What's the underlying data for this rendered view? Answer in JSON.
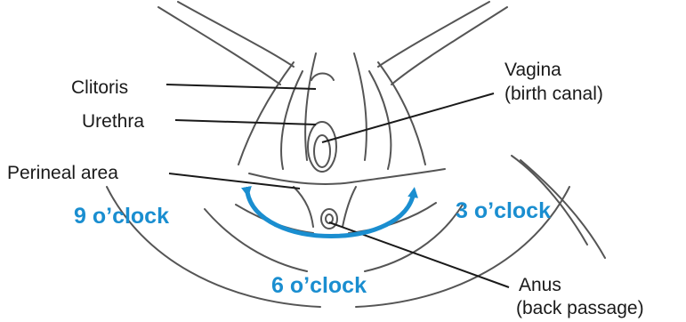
{
  "labels": {
    "clitoris": "Clitoris",
    "urethra": "Urethra",
    "perineal_area": "Perineal area",
    "vagina_line1": "Vagina",
    "vagina_line2": "(birth canal)",
    "anus_line1": "Anus",
    "anus_line2": "(back passage)"
  },
  "clock_positions": {
    "nine": "9 o’clock",
    "three": "3 o’clock",
    "six": "6 o’clock"
  },
  "colors": {
    "accent": "#1a8ed0",
    "line": "#1a1a1a",
    "sketch": "#555555"
  },
  "icons": {
    "arc_arrow": "curved-double-arrow"
  }
}
